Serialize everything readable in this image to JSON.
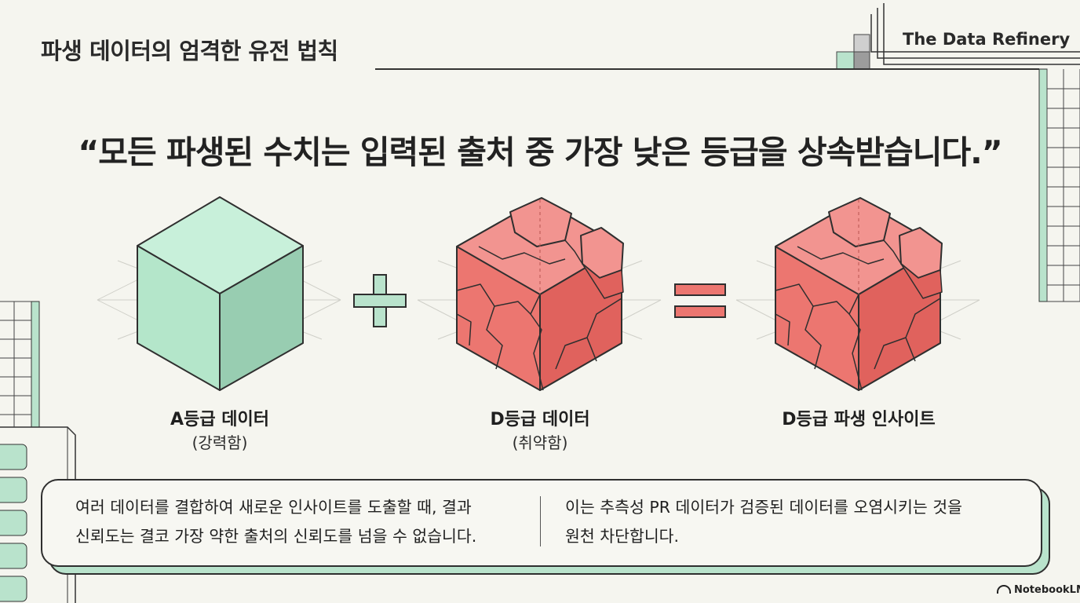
{
  "header": {
    "title": "파생 데이터의 엄격한 유전 법칙",
    "brand": "The Data Refinery"
  },
  "headline": "“모든 파생된 수치는 입력된 출처 중 가장 낮은 등급을 상속받습니다.”",
  "diagram": {
    "left": {
      "label": "A등급 데이터",
      "sub": "(강력함)"
    },
    "operator_plus": "+",
    "middle": {
      "label": "D등급 데이터",
      "sub": "(취약함)"
    },
    "operator_equals": "=",
    "right": {
      "label": "D등급 파생 인사이트"
    }
  },
  "summary": {
    "left_text": "여러 데이터를 결합하여 새로운 인사이트를 도출할 때, 결과\n신뢰도는 결코 가장 약한 출처의 신뢰도를 넘을 수 없습니다.",
    "right_text": "이는 추측성 PR 데이터가 검증된 데이터를 오염시키는 것을\n원천 차단합니다."
  },
  "footer": {
    "logo_text": "NotebookLM"
  },
  "colors": {
    "background": "#f5f5ef",
    "strong_green": "#b6e6cc",
    "weak_red": "#ec7670",
    "outline": "#2f2f2f"
  }
}
